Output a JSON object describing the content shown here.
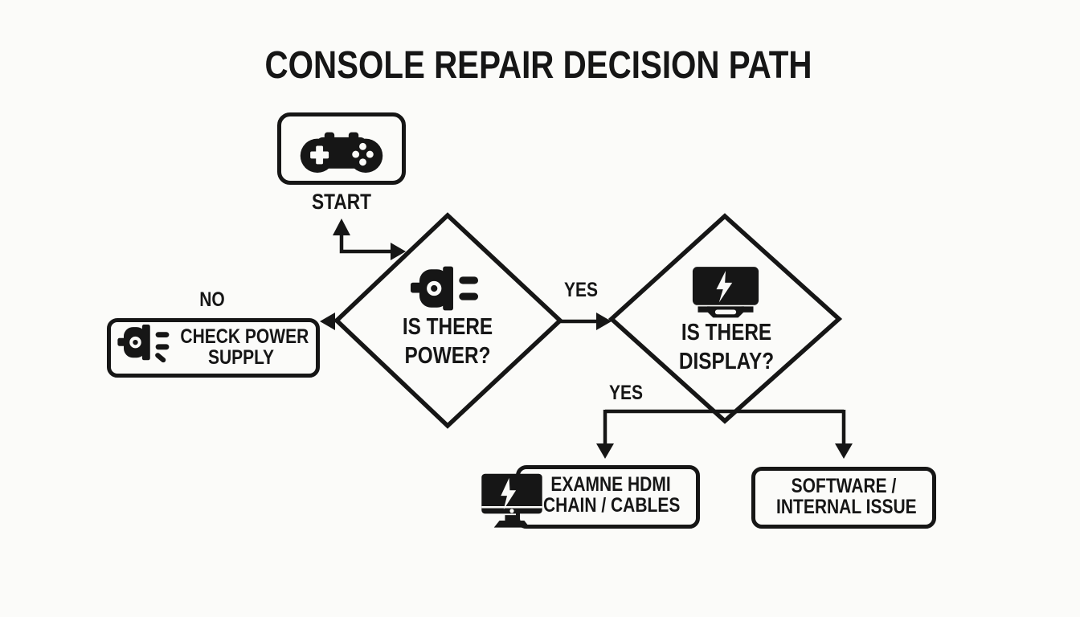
{
  "title": "CONSOLE REPAIR DECISION PATH",
  "colors": {
    "ink": "#161616",
    "background": "#fbfbf9"
  },
  "nodes": {
    "start": {
      "label": "START",
      "icon": "gamepad-controller-icon"
    },
    "power_decision": {
      "line1": "IS THERE",
      "line2": "POWER?",
      "icon": "power-plug-icon"
    },
    "display_decision": {
      "line1": "IS THERE",
      "line2": "DISPLAY?",
      "icon": "tv-lightning-hdmi-icon"
    },
    "check_power_supply": {
      "line1": "CHECK POWER",
      "line2": "SUPPLY",
      "icon": "unplugged-plug-icon"
    },
    "examine_hdmi": {
      "line1": "EXAMNE HDMI",
      "line2": "CHAIN / CABLES",
      "icon": "monitor-lightning-icon"
    },
    "software_internal": {
      "line1": "SOFTWARE /",
      "line2": "INTERNAL ISSUE"
    }
  },
  "edges": {
    "power_no": "NO",
    "power_yes": "YES",
    "display_yes": "YES"
  }
}
